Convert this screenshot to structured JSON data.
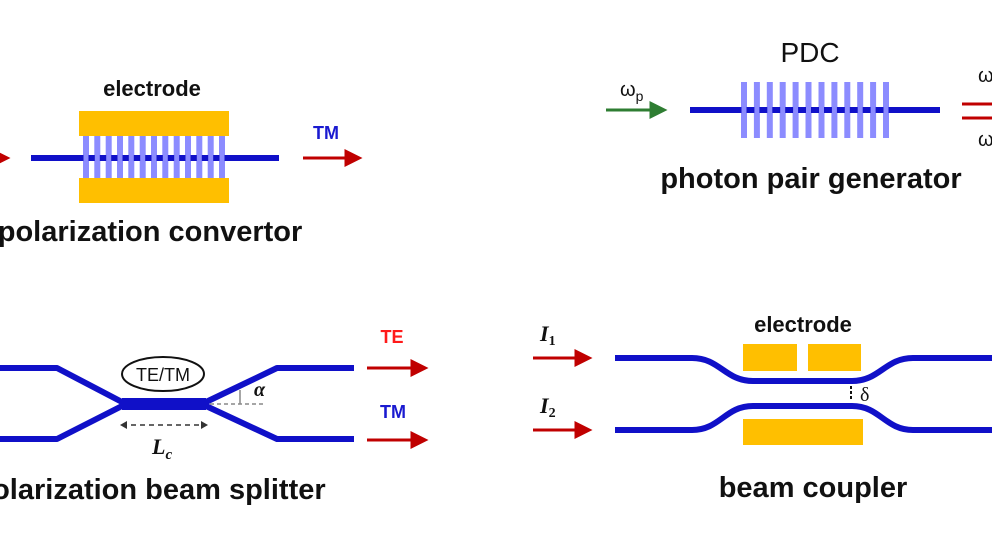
{
  "colors": {
    "waveguide": "#1010c8",
    "grating": "#8c8cff",
    "electrode": "#ffbf00",
    "arrow_red": "#c00000",
    "arrow_green": "#2e7d32",
    "label_red": "#ff1a1a",
    "label_blue": "#1a1ad0",
    "text": "#111111"
  },
  "panels": {
    "polarization_convertor": {
      "title": "polarization convertor",
      "electrode_label": "electrode",
      "output_label": "TM"
    },
    "photon_pair_generator": {
      "title": "photon pair generator",
      "element_label": "PDC",
      "input_label_base": "ω",
      "input_label_sub": "p",
      "output_label_top": "ω",
      "output_label_bottom": "ω"
    },
    "polarization_beam_splitter": {
      "title": "polarization beam splitter",
      "mode_label": "TE/TM",
      "angle_label": "α",
      "length_label_base": "L",
      "length_label_sub": "c",
      "output_top_label": "TE",
      "output_bottom_label": "TM"
    },
    "beam_coupler": {
      "title": "beam coupler",
      "electrode_label": "electrode",
      "input_top_base": "I",
      "input_top_sub": "1",
      "input_bottom_base": "I",
      "input_bottom_sub": "2",
      "gap_label": "δ"
    }
  }
}
